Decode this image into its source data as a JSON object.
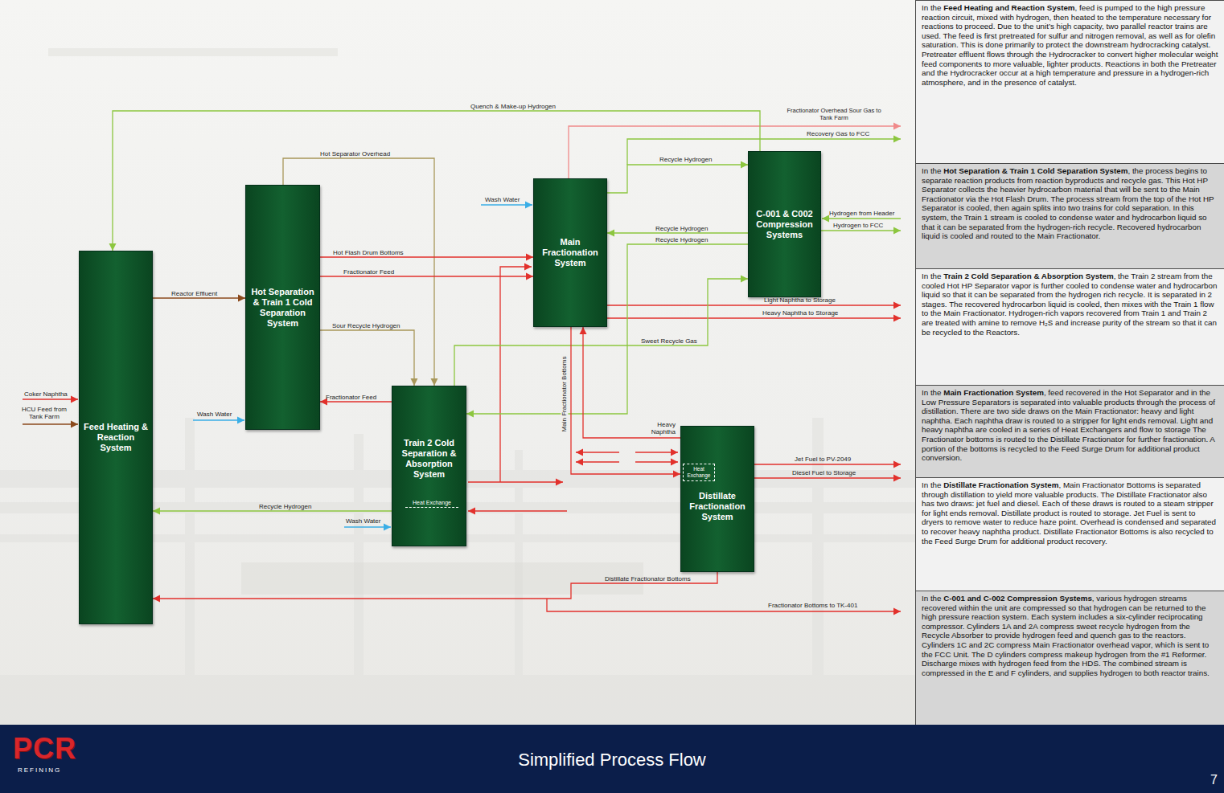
{
  "diagram": {
    "title": "Simplified Process Flow",
    "nodes": [
      {
        "text": [
          "Feed Heating & Reaction System"
        ]
      },
      {
        "text": [
          "Hot Separation & Train 1 Cold Separation System"
        ]
      },
      {
        "text": [
          "Main Fractionation System"
        ]
      },
      {
        "text": [
          "C-001 & C002 Compression Systems"
        ]
      },
      {
        "text": [
          "Train 2 Cold Separation & Absorption System",
          "Heat Exchange"
        ]
      },
      {
        "text": [
          "Distillate Fractionation System",
          "Heat Exchange"
        ]
      },
      {
        "text": [
          "In the",
          "Feed Heating and Reaction System",
          ", feed is pumped to the high pressure reaction circuit, mixed with hydrogen, then heated to the temperature necessary for reactions to proceed. Due to the unit’s high capacity, two parallel reactor trains are used. The feed is first pretreated for sulfur and nitrogen removal, as well as for olefin saturation. This is done primarily to protect the downstream hydrocracking catalyst. Pretreater effluent flows through the Hydrocracker to convert higher molecular weight feed components to more valuable, lighter products. Reactions in both the Pretreater and the Hydrocracker occur at a high temperature and pressure in a hydrogen-rich atmosphere, and in the presence of catalyst."
        ]
      },
      {
        "text": [
          "In the",
          "Hot Separation & Train 1 Cold Separation System",
          ", the process begins to separate reaction products from reaction byproducts and recycle gas. This Hot HP Separator collects the heavier hydrocarbon material that will be sent to the Main Fractionator via the Hot Flash Drum. The process stream from the top of the Hot HP Separator is cooled, then again splits into two trains for cold separation. In this system, the Train 1 stream is cooled to condense water and hydrocarbon liquid so that it can be separated from the hydrogen-rich recycle. Recovered hydrocarbon liquid is cooled and routed to the Main Fractionator."
        ]
      },
      {
        "text": [
          "In the",
          "Train 2 Cold Separation & Absorption System",
          ", the Train 2 stream from the cooled Hot HP Separator vapor is further cooled to condense water and hydrocarbon liquid so that it can be separated from the hydrogen rich recycle. It is separated in 2 stages. The recovered hydrocarbon liquid is cooled, then mixes with the Train 1 flow to the Main Fractionator. Hydrogen-rich vapors recovered from Train 1 and Train 2 are treated with amine to remove H₂S and increase purity of the stream so that it can be recycled to the Reactors."
        ]
      },
      {
        "text": [
          "In the",
          "Main Fractionation System",
          ", feed recovered in the Hot Separator and in the Low Pressure Separators is separated into valuable products through the process of distillation. There are two side draws on the Main Fractionator: heavy and light naphtha. Each naphtha draw is routed to a stripper for light ends removal. Light and heavy naphtha are cooled in a series of Heat Exchangers and flow to storage The Fractionator bottoms is routed to the Distillate Fractionator for further fractionation. A portion of the bottoms is recycled to the Feed Surge Drum for additional product conversion."
        ]
      },
      {
        "text": [
          "In the",
          "Distillate Fractionation System",
          ", Main Fractionator Bottoms is separated through distillation to yield more valuable products. The Distillate Fractionator also has two draws: jet fuel and diesel. Each of these draws is routed to a steam stripper for light ends removal. Distillate product is routed to storage. Jet Fuel is sent to dryers to remove water to reduce haze point. Overhead is condensed and separated to recover heavy naphtha product. Distillate Fractionator Bottoms is also recycled to the Feed Surge Drum for additional product recovery."
        ]
      },
      {
        "text": [
          "In the",
          "C-001 and C-002 Compression Systems",
          ", various hydrogen streams recovered within the unit are compressed so that hydrogen can be returned to the high pressure reaction system. Each system includes a six-cylinder reciprocating compressor. Cylinders 1A and 2A compress sweet recycle hydrogen from the Recycle Absorber to provide hydrogen feed and quench gas to the reactors. Cylinders 1C and 2C compress Main Fractionator overhead vapor, which is sent to the FCC Unit. The D cylinders compress makeup hydrogen from the #1 Reformer. Discharge mixes with hydrogen feed from the HDS. The combined stream is compressed in the E and F cylinders, and supplies hydrogen to both reactor trains."
        ]
      }
    ],
    "edges": [
      {
        "from": 3,
        "to": 0,
        "arrow": "to",
        "label": "Quench & Make-up Hydrogen"
      },
      {
        "from": 0,
        "to": 1,
        "arrow": "to",
        "label": "Reactor Effluent"
      },
      {
        "from": 1,
        "to": 4,
        "arrow": "to",
        "label": "Hot Separator Overhead"
      },
      {
        "from": 1,
        "to": 2,
        "arrow": "to",
        "label": "Hot Flash Drum Bottoms"
      },
      {
        "from": 1,
        "to": 2,
        "arrow": "to",
        "label": "Fractionator Feed"
      },
      {
        "from": 1,
        "to": 4,
        "arrow": "to",
        "label": "Sour Recycle Hydrogen"
      },
      {
        "from": 4,
        "to": 1,
        "arrow": "to",
        "label": "Fractionator Feed"
      },
      {
        "from": 4,
        "to": 0,
        "arrow": "to",
        "label": "Recycle Hydrogen"
      },
      {
        "from": 4,
        "to": 3,
        "arrow": "to",
        "label": "Sweet Recycle Gas"
      },
      {
        "from": 2,
        "to": 3,
        "arrow": "to",
        "label": "Recycle Hydrogen"
      },
      {
        "from": 3,
        "to": 2,
        "arrow": "to",
        "label": "Recycle Hydrogen"
      },
      {
        "from": 3,
        "to": 4,
        "arrow": "to",
        "label": "Recycle Hydrogen"
      },
      {
        "from": 2,
        "to": 5,
        "arrow": "to",
        "label": "Main Fractionator Bottoms"
      },
      {
        "from": 5,
        "to": 2,
        "arrow": "to",
        "label": "Heavy Naphtha"
      },
      {
        "from": 5,
        "to": 0,
        "arrow": "to",
        "label": "Distillate Fractionator Bottoms"
      }
    ],
    "labels": [
      "Fractionator Overhead Sour Gas to Tank Farm",
      "Recovery Gas to FCC",
      "Hydrogen from Header",
      "Hydrogen to FCC",
      "Light Naphtha to Storage",
      "Heavy Naphtha to Storage",
      "Jet Fuel to PV-2049",
      "Diesel Fuel to Storage",
      "Fractionator Bottoms to TK-401",
      "Coker Naphtha",
      "HCU Feed from Tank Farm",
      "Wash Water",
      "Wash Water",
      "Wash Water",
      "PCR",
      "REFINING",
      "7"
    ]
  }
}
